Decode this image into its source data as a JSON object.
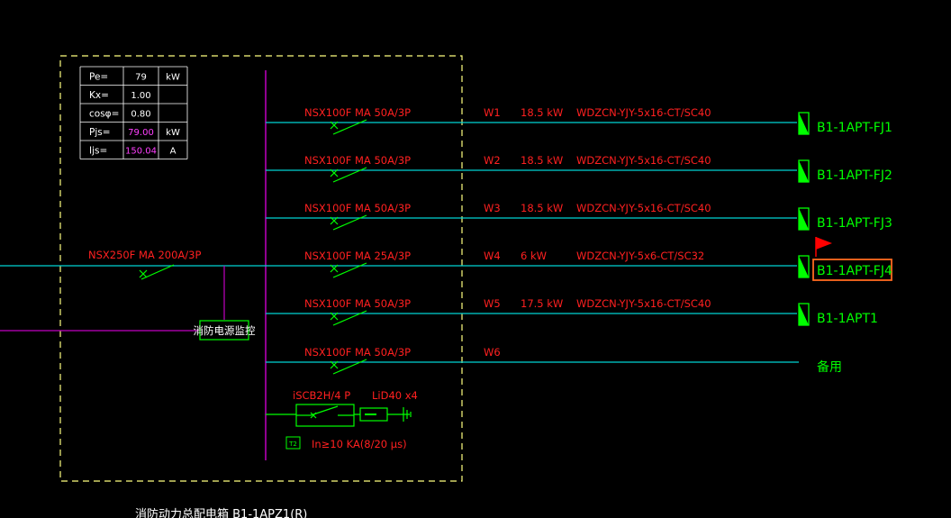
{
  "colors": {
    "background": "#000000",
    "feeder_line": "#00d2d2",
    "bus": "#c000c0",
    "red_text": "#ff2020",
    "green": "#00ff00",
    "white": "#ffffff",
    "magenta_value": "#ff40ff",
    "frame": "#ffff80",
    "selection": "#ff6a20",
    "flag": "#ff0000"
  },
  "load_table": {
    "rows": [
      {
        "label": "Pe=",
        "value": "79",
        "unit": "kW",
        "highlight": false
      },
      {
        "label": "Kx=",
        "value": "1.00",
        "unit": "",
        "highlight": false
      },
      {
        "label": "cosφ=",
        "value": "0.80",
        "unit": "",
        "highlight": false
      },
      {
        "label": "Pjs=",
        "value": "79.00",
        "unit": "kW",
        "highlight": true
      },
      {
        "label": "Ijs=",
        "value": "150.04",
        "unit": "A",
        "highlight": true
      }
    ]
  },
  "incoming": {
    "breaker": "NSX250F MA 200A/3P",
    "monitor_label": "消防电源监控"
  },
  "feeders": [
    {
      "breaker": "NSX100F MA 50A/3P",
      "circuit": "W1",
      "power": "18.5 kW",
      "cable": "WDZCN-YJY-5x16-CT/SC40",
      "destination": "B1-1APT-FJ1",
      "selected": false
    },
    {
      "breaker": "NSX100F MA 50A/3P",
      "circuit": "W2",
      "power": "18.5 kW",
      "cable": "WDZCN-YJY-5x16-CT/SC40",
      "destination": "B1-1APT-FJ2",
      "selected": false
    },
    {
      "breaker": "NSX100F MA 50A/3P",
      "circuit": "W3",
      "power": "18.5 kW",
      "cable": "WDZCN-YJY-5x16-CT/SC40",
      "destination": "B1-1APT-FJ3",
      "selected": false
    },
    {
      "breaker": "NSX100F MA 25A/3P",
      "circuit": "W4",
      "power": "6 kW",
      "cable": "WDZCN-YJY-5x6-CT/SC32",
      "destination": "B1-1APT-FJ4",
      "selected": true
    },
    {
      "breaker": "NSX100F MA 50A/3P",
      "circuit": "W5",
      "power": "17.5 kW",
      "cable": "WDZCN-YJY-5x16-CT/SC40",
      "destination": "B1-1APT1",
      "selected": false
    },
    {
      "breaker": "NSX100F MA 50A/3P",
      "circuit": "W6",
      "power": "",
      "cable": "",
      "destination": "备用",
      "selected": false
    }
  ],
  "surge_protection": {
    "breaker": "iSCB2H/4 P",
    "arrester": "LiD40 x4",
    "tag": "T2",
    "rating": "In≥10 KA(8/20 μs)"
  },
  "panel_title": "消防动力总配电箱 B1-1APZ1(R)"
}
